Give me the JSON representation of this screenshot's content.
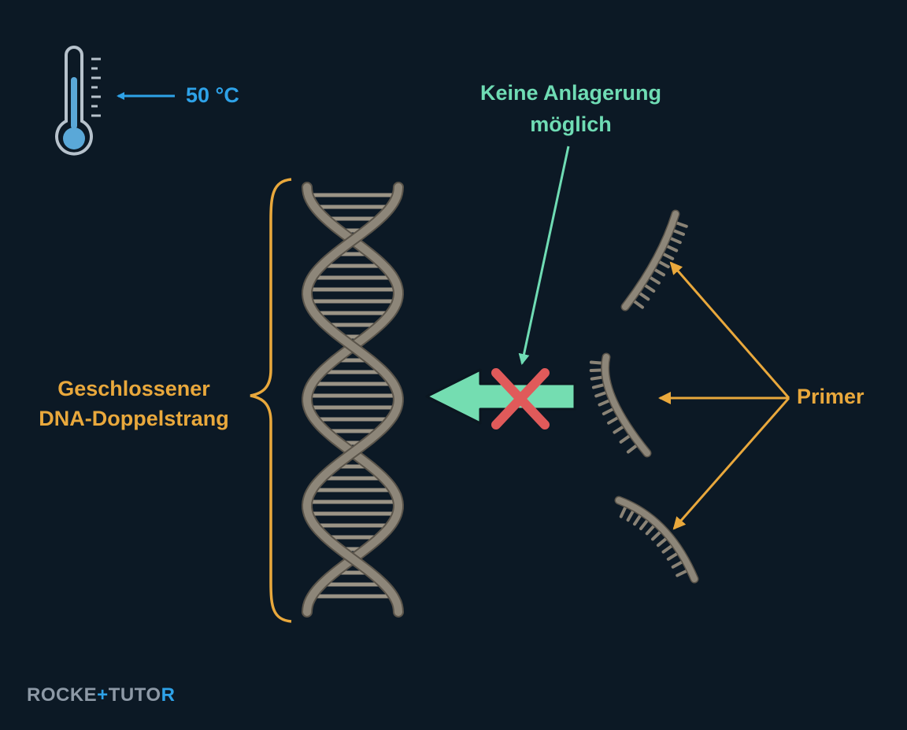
{
  "temperature": {
    "value_label": "50 °C"
  },
  "annotation": {
    "line1": "Keine Anlagerung",
    "line2": "möglich"
  },
  "dna": {
    "line1": "Geschlossener",
    "line2": "DNA-Doppelstrang"
  },
  "primer": {
    "label": "Primer"
  },
  "brand": {
    "part1": "ROCKE",
    "part2": "+",
    "part3": "TUTO",
    "part4": "R"
  },
  "colors": {
    "background": "#0c1925",
    "temperature_blue": "#2ea2e8",
    "annotation_green": "#6fdcb4",
    "label_orange": "#e9a83c",
    "cross_red": "#e05a5a",
    "dna_strand": "#8d8679"
  }
}
